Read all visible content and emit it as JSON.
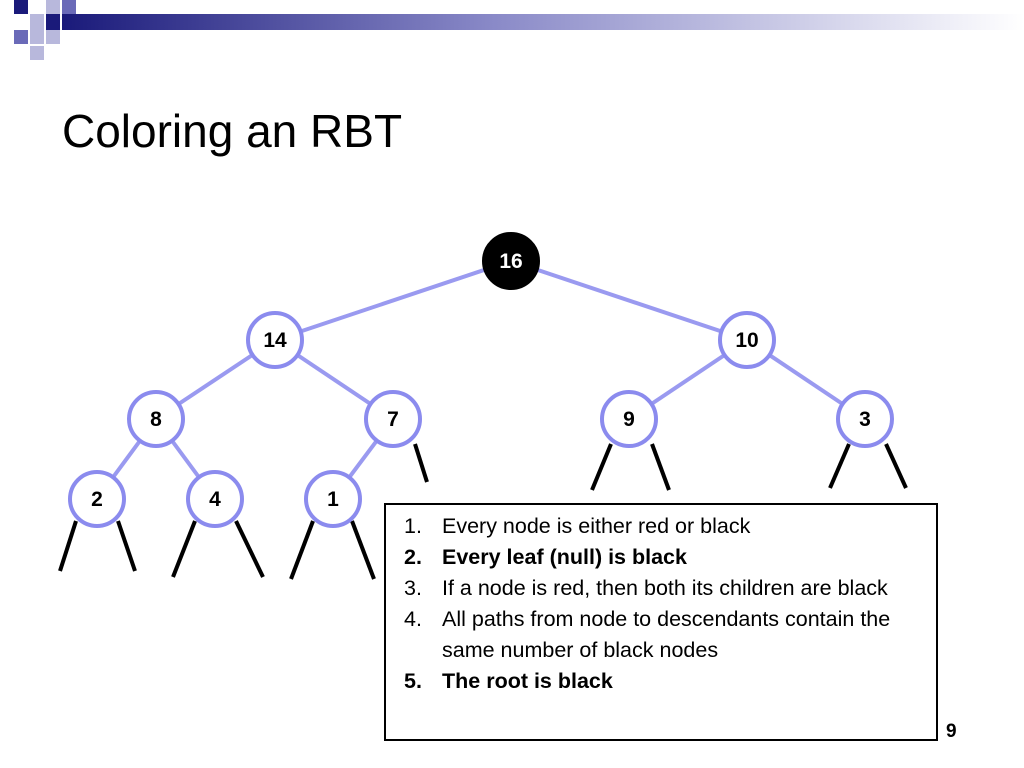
{
  "title": "Coloring an RBT",
  "page_number": "9",
  "colors": {
    "edge": "#9a9af0",
    "node_border": "#8b8bee",
    "black_node": "#000000",
    "null_edge": "#000000",
    "deco_dark": "#1a1a7a",
    "deco_mid": "#6a6ab8",
    "deco_light": "#b8b8dc"
  },
  "tree": {
    "root": "16",
    "nodes": [
      {
        "id": "n16",
        "label": "16",
        "color": "black"
      },
      {
        "id": "n14",
        "label": "14",
        "color": "white"
      },
      {
        "id": "n10",
        "label": "10",
        "color": "white"
      },
      {
        "id": "n8",
        "label": "8",
        "color": "white"
      },
      {
        "id": "n7",
        "label": "7",
        "color": "white"
      },
      {
        "id": "n9",
        "label": "9",
        "color": "white"
      },
      {
        "id": "n3",
        "label": "3",
        "color": "white"
      },
      {
        "id": "n2",
        "label": "2",
        "color": "white"
      },
      {
        "id": "n4",
        "label": "4",
        "color": "white"
      },
      {
        "id": "n1",
        "label": "1",
        "color": "white"
      }
    ],
    "edges": [
      {
        "from": "n16",
        "to": "n14"
      },
      {
        "from": "n16",
        "to": "n10"
      },
      {
        "from": "n14",
        "to": "n8"
      },
      {
        "from": "n14",
        "to": "n7"
      },
      {
        "from": "n10",
        "to": "n9"
      },
      {
        "from": "n10",
        "to": "n3"
      },
      {
        "from": "n8",
        "to": "n2"
      },
      {
        "from": "n8",
        "to": "n4"
      },
      {
        "from": "n7",
        "to": "n1"
      }
    ],
    "null_children_of": [
      "n7",
      "n9",
      "n9",
      "n3",
      "n3",
      "n2",
      "n2",
      "n4",
      "n4",
      "n1",
      "n1"
    ]
  },
  "rules": [
    {
      "num": "1.",
      "text": "Every node is either red or black",
      "bold": false
    },
    {
      "num": "2.",
      "text": "Every leaf (null) is black",
      "bold": true
    },
    {
      "num": "3.",
      "text": "If a node is red, then both its children are black",
      "bold": false
    },
    {
      "num": "4.",
      "text": "All paths from node to descendants contain the same number of black nodes",
      "bold": false
    },
    {
      "num": "5.",
      "text": "The root is black",
      "bold": true
    }
  ]
}
